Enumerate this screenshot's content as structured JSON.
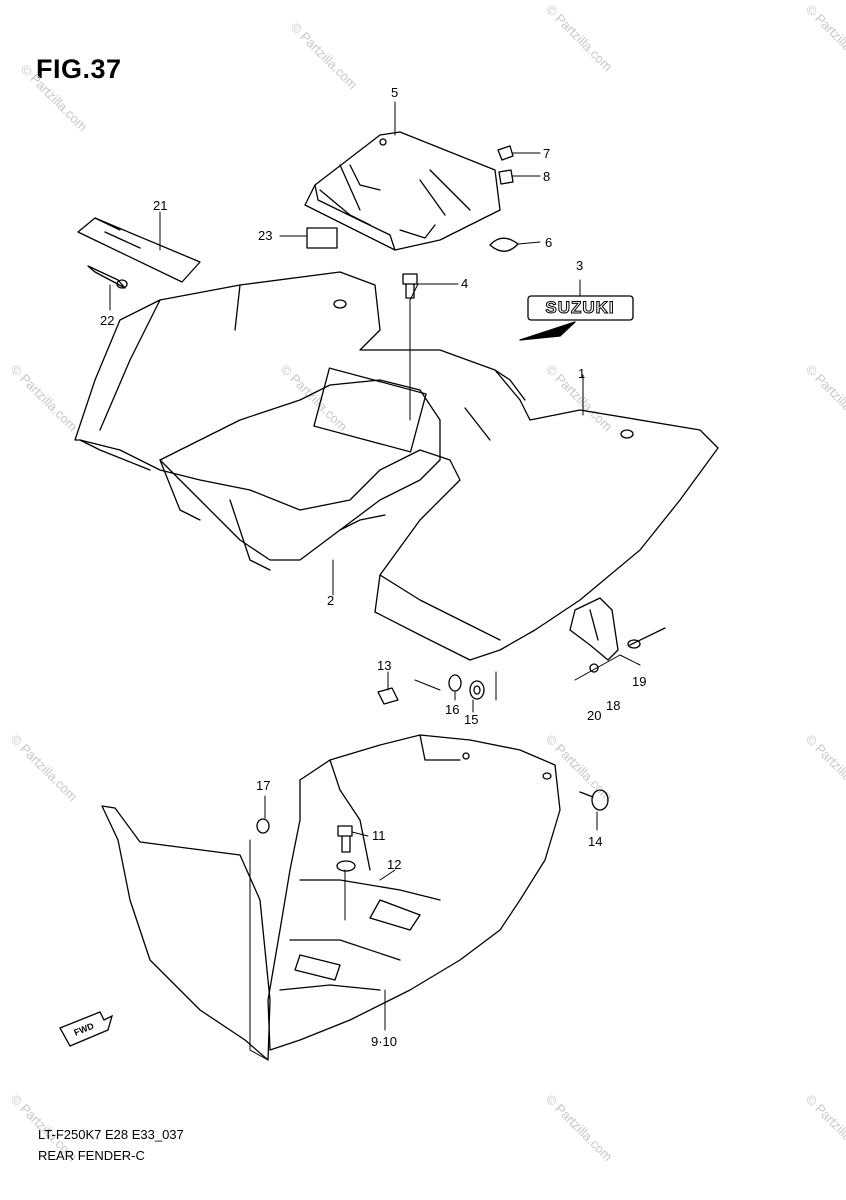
{
  "figure": {
    "title": "FIG.37",
    "code": "LT-F250K7 E28 E33_037",
    "name": "REAR FENDER-C"
  },
  "emblem_text": "SUZUKI",
  "fwd_label": "FWD",
  "watermark": "© Partzilla.com",
  "callouts": {
    "c1": "1",
    "c2": "2",
    "c3": "3",
    "c4": "4",
    "c5": "5",
    "c6": "6",
    "c7": "7",
    "c8": "8",
    "c9_10": "9·10",
    "c11": "11",
    "c12": "12",
    "c13": "13",
    "c14": "14",
    "c15": "15",
    "c16": "16",
    "c17": "17",
    "c18": "18",
    "c19": "19",
    "c20": "20",
    "c21": "21",
    "c22": "22",
    "c23": "23"
  }
}
